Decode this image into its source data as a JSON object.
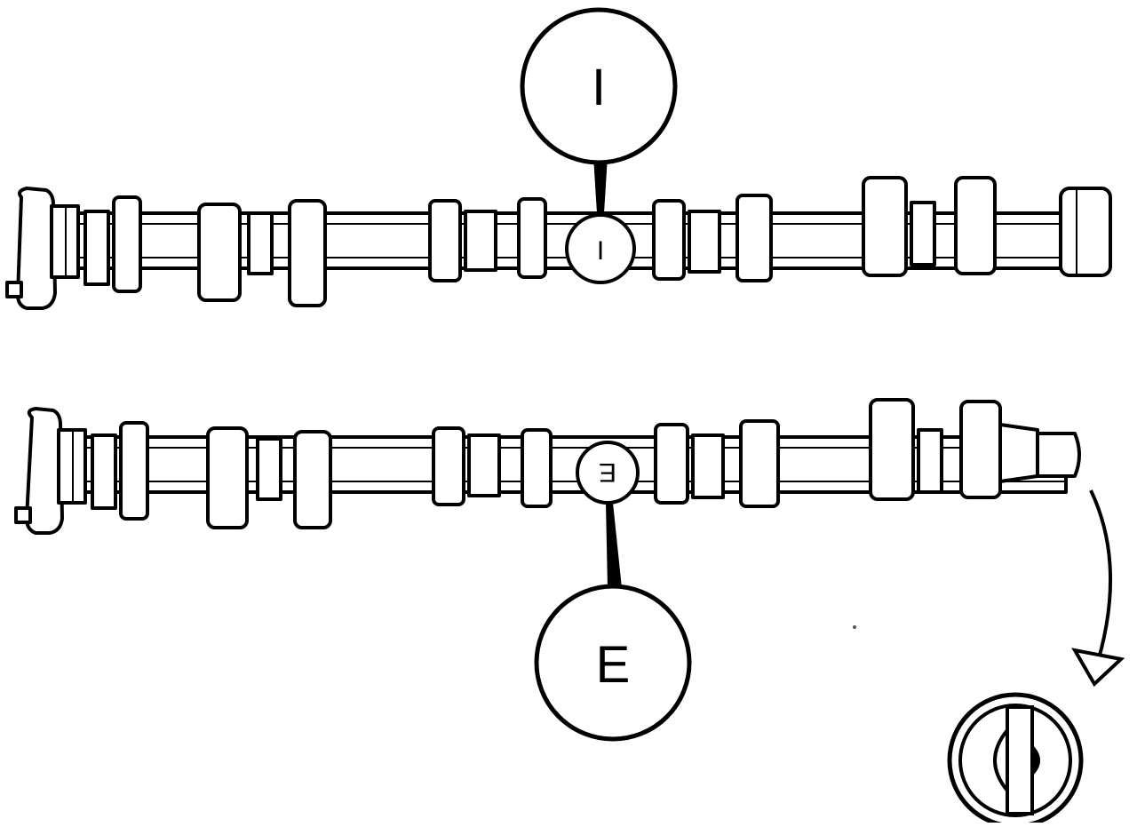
{
  "diagram": {
    "intake_callout_label": "I",
    "intake_stamp_label": "I",
    "exhaust_callout_label": "E",
    "exhaust_stamp_label": "E"
  }
}
